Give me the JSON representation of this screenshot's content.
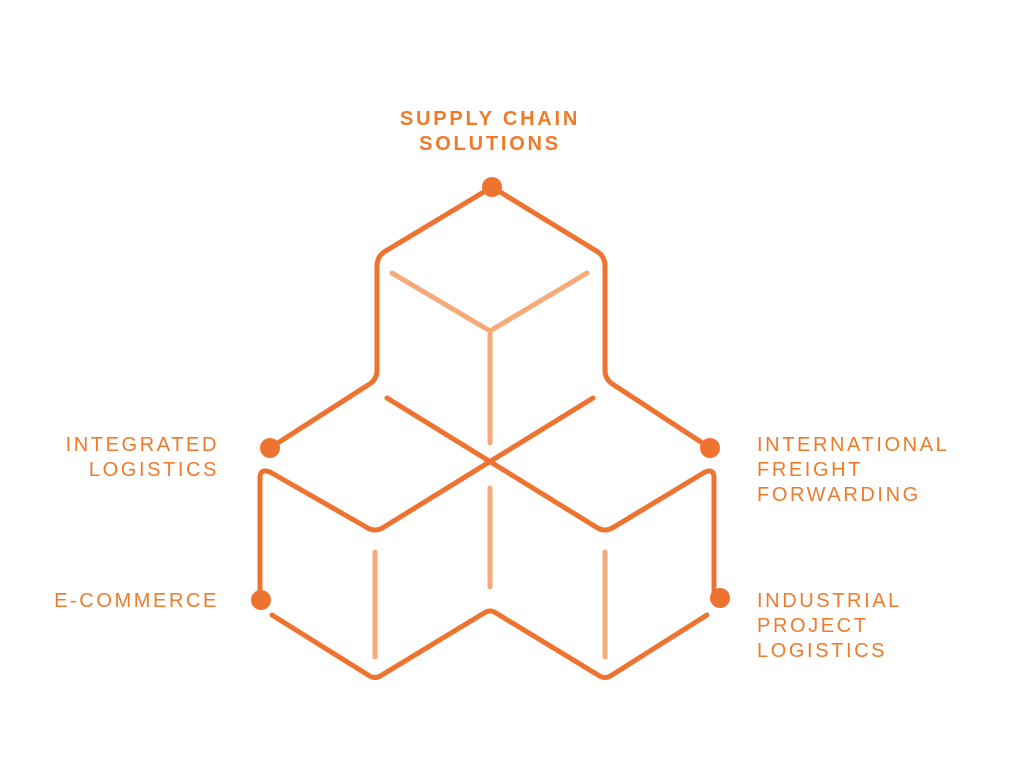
{
  "colors": {
    "primary": "#EE7330",
    "light": "#F5AA78",
    "text": "#EE7A2A"
  },
  "nodes": {
    "top": [
      "SUPPLY CHAIN",
      "SOLUTIONS"
    ],
    "integrated": [
      "INTEGRATED",
      "LOGISTICS"
    ],
    "ecommerce": [
      "E-COMMERCE"
    ],
    "freight": [
      "INTERNATIONAL",
      "FREIGHT",
      "FORWARDING"
    ],
    "industrial": [
      "INDUSTRIAL",
      "PROJECT",
      "LOGISTICS"
    ]
  }
}
